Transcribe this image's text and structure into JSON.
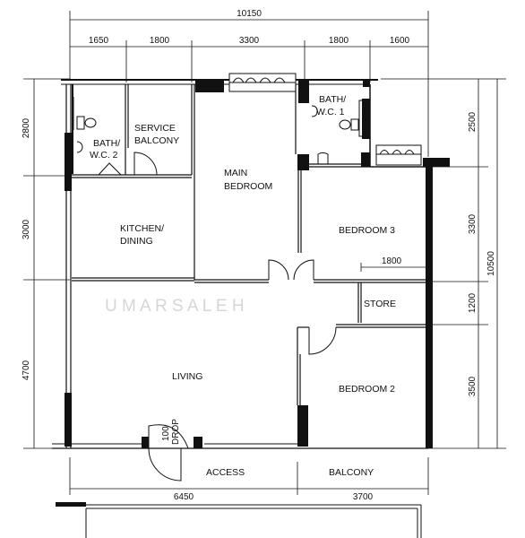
{
  "dimensions": {
    "top_total": "10150",
    "top_segments": [
      "1650",
      "1800",
      "3300",
      "1800",
      "1600"
    ],
    "left_segments": [
      "2800",
      "3000",
      "4700"
    ],
    "right_segments": [
      "2500",
      "3300",
      "1200",
      "3500"
    ],
    "right_total": "10500",
    "bottom_segments": [
      "6450",
      "3700"
    ],
    "store_width": "1800"
  },
  "rooms": {
    "service_balcony": [
      "SERVICE",
      "BALCONY"
    ],
    "bath_wc_2": [
      "BATH/",
      "W.C. 2"
    ],
    "bath_wc_1": [
      "BATH/",
      "W.C. 1"
    ],
    "main_bedroom": [
      "MAIN",
      "BEDROOM"
    ],
    "kitchen_dining": [
      "KITCHEN/",
      "DINING"
    ],
    "bedroom_3": "BEDROOM 3",
    "store": "STORE",
    "living": "LIVING",
    "bedroom_2": "BEDROOM 2",
    "access": "ACCESS",
    "balcony": "BALCONY",
    "drop": [
      "100",
      "DROP"
    ]
  },
  "watermark": "U M A R   S A L E H",
  "colors": {
    "ink": "#111111",
    "watermark": "#d6d6d6"
  }
}
